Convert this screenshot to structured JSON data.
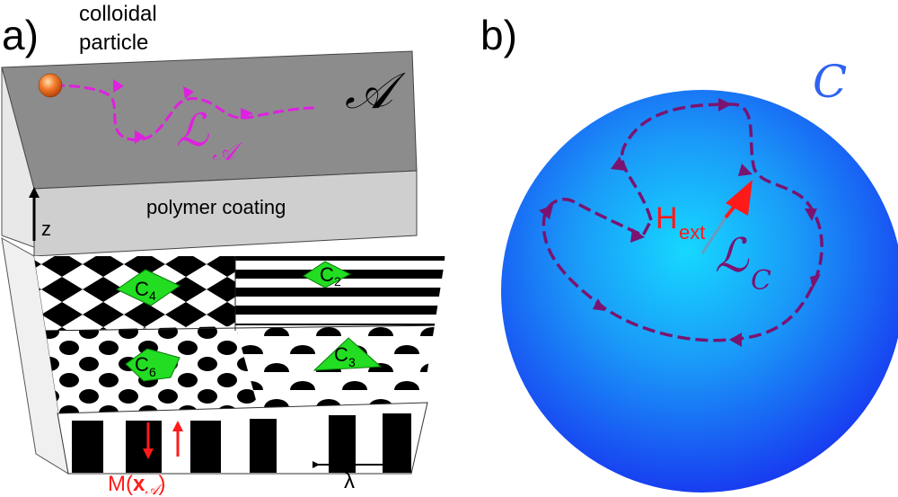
{
  "panel_a": {
    "label": "a)",
    "particle_label_line1": "colloidal",
    "particle_label_line2": "particle",
    "surface_symbol": "𝒜",
    "loop_main": "ℒ",
    "loop_sub": "𝒜",
    "coating_label": "polymer coating",
    "z_axis": "z",
    "patterns": [
      {
        "name": "C",
        "sub": "4"
      },
      {
        "name": "C",
        "sub": "2"
      },
      {
        "name": "C",
        "sub": "6"
      },
      {
        "name": "C",
        "sub": "3"
      }
    ],
    "magnetization_prefix": "M(",
    "magnetization_bold": "x",
    "magnetization_sub": "𝒜",
    "magnetization_suffix": ")",
    "wavelength": "λ"
  },
  "panel_b": {
    "label": "b)",
    "sphere_symbol": "C",
    "field_main": "H",
    "field_sub": "ext",
    "loop_main": "ℒ",
    "loop_sub": "C"
  },
  "colors": {
    "path_a": "#e020e0",
    "path_b": "#7a1470",
    "field": "#ff1a1a",
    "sphere_light": "#16d8ff",
    "sphere_dark": "#1838f0",
    "symbol_blue": "#2f63ee",
    "surface_gray": "#8c8c8c",
    "coating_gray": "#cfcfcf",
    "pattern_badge": "#22dd22",
    "particle": "#f07a2a"
  }
}
